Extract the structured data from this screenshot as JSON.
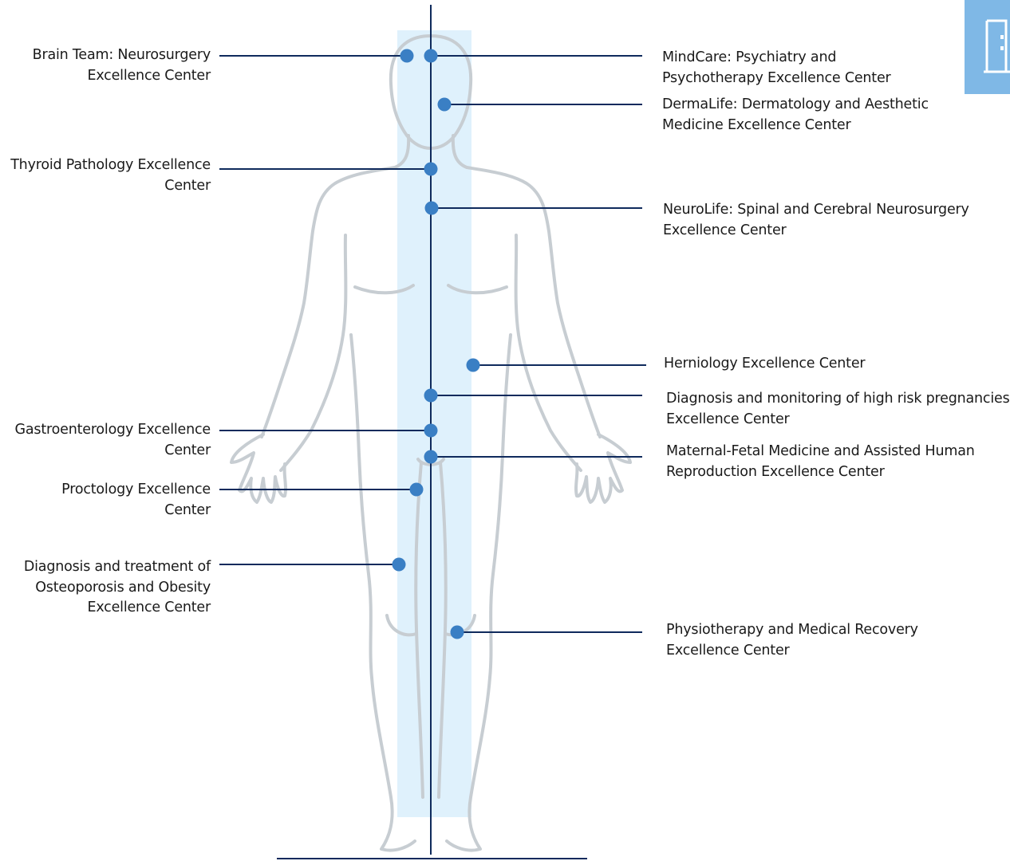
{
  "diagram": {
    "colors": {
      "line": "#0f2a5c",
      "dot": "#3a7fc4",
      "highlight": "#dff1fc",
      "body": "#c7cdd2",
      "accent": "#7fb8e6"
    },
    "corner_button": {
      "icon": "door-icon"
    },
    "centers": [
      {
        "id": "brain-team",
        "side": "left",
        "lines": [
          "Brain Team: Neurosurgery",
          "Excellence Center"
        ]
      },
      {
        "id": "mindcare",
        "side": "right",
        "lines": [
          "MindCare: Psychiatry and",
          "Psychotherapy Excellence Center"
        ]
      },
      {
        "id": "dermalife",
        "side": "right",
        "lines": [
          "DermaLife: Dermatology and Aesthetic",
          "Medicine Excellence Center"
        ]
      },
      {
        "id": "thyroid",
        "side": "left",
        "lines": [
          "Thyroid Pathology Excellence",
          "Center"
        ]
      },
      {
        "id": "neurolife",
        "side": "right",
        "lines": [
          "NeuroLife: Spinal and Cerebral Neurosurgery",
          "Excellence Center"
        ]
      },
      {
        "id": "herniology",
        "side": "right",
        "lines": [
          "Herniology Excellence Center"
        ]
      },
      {
        "id": "pregnancies",
        "side": "right",
        "lines": [
          "Diagnosis and monitoring of high risk pregnancies",
          "Excellence Center"
        ]
      },
      {
        "id": "gastro",
        "side": "left",
        "lines": [
          "Gastroenterology Excellence",
          "Center"
        ]
      },
      {
        "id": "maternal-fetal",
        "side": "right",
        "lines": [
          "Maternal-Fetal Medicine and Assisted Human",
          "Reproduction Excellence Center"
        ]
      },
      {
        "id": "proctology",
        "side": "left",
        "lines": [
          "Proctology Excellence",
          "Center"
        ]
      },
      {
        "id": "osteoporosis",
        "side": "left",
        "lines": [
          "Diagnosis and treatment of",
          "Osteoporosis and Obesity",
          "Excellence Center"
        ]
      },
      {
        "id": "physiotherapy",
        "side": "right",
        "lines": [
          "Physiotherapy and Medical Recovery",
          "Excellence Center"
        ]
      }
    ]
  }
}
